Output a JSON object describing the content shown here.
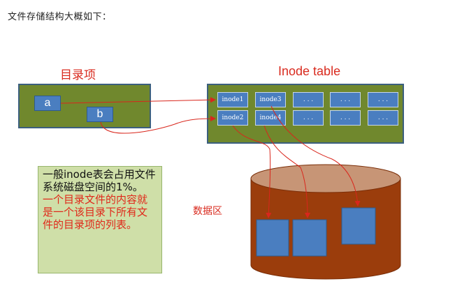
{
  "heading": "文件存储结构大概如下：",
  "labels": {
    "directory": "目录项",
    "inode_table": "Inode table",
    "data_area": "数据区"
  },
  "directory_entries": [
    "a",
    "b"
  ],
  "inode_cells": [
    [
      "inode1",
      "inode3",
      ". . .",
      ". . .",
      ". . ."
    ],
    [
      "inode2",
      "inode4",
      ". . .",
      ". . .",
      ". . ."
    ]
  ],
  "note": {
    "text_black": "一般inode表会占用文件系统磁盘空间的1%。",
    "text_red": "一个目录文件的内容就是一个该目录下所有文件的目录项的列表。"
  },
  "colors": {
    "panel_green": "#70882d",
    "box_blue": "#4a7ec0",
    "arrow_red": "#d9261c",
    "cylinder_brown": "#9b3d0c",
    "cylinder_top": "#c79576",
    "note_bg": "#cfdfa8",
    "label_red": "#d92b1f"
  }
}
